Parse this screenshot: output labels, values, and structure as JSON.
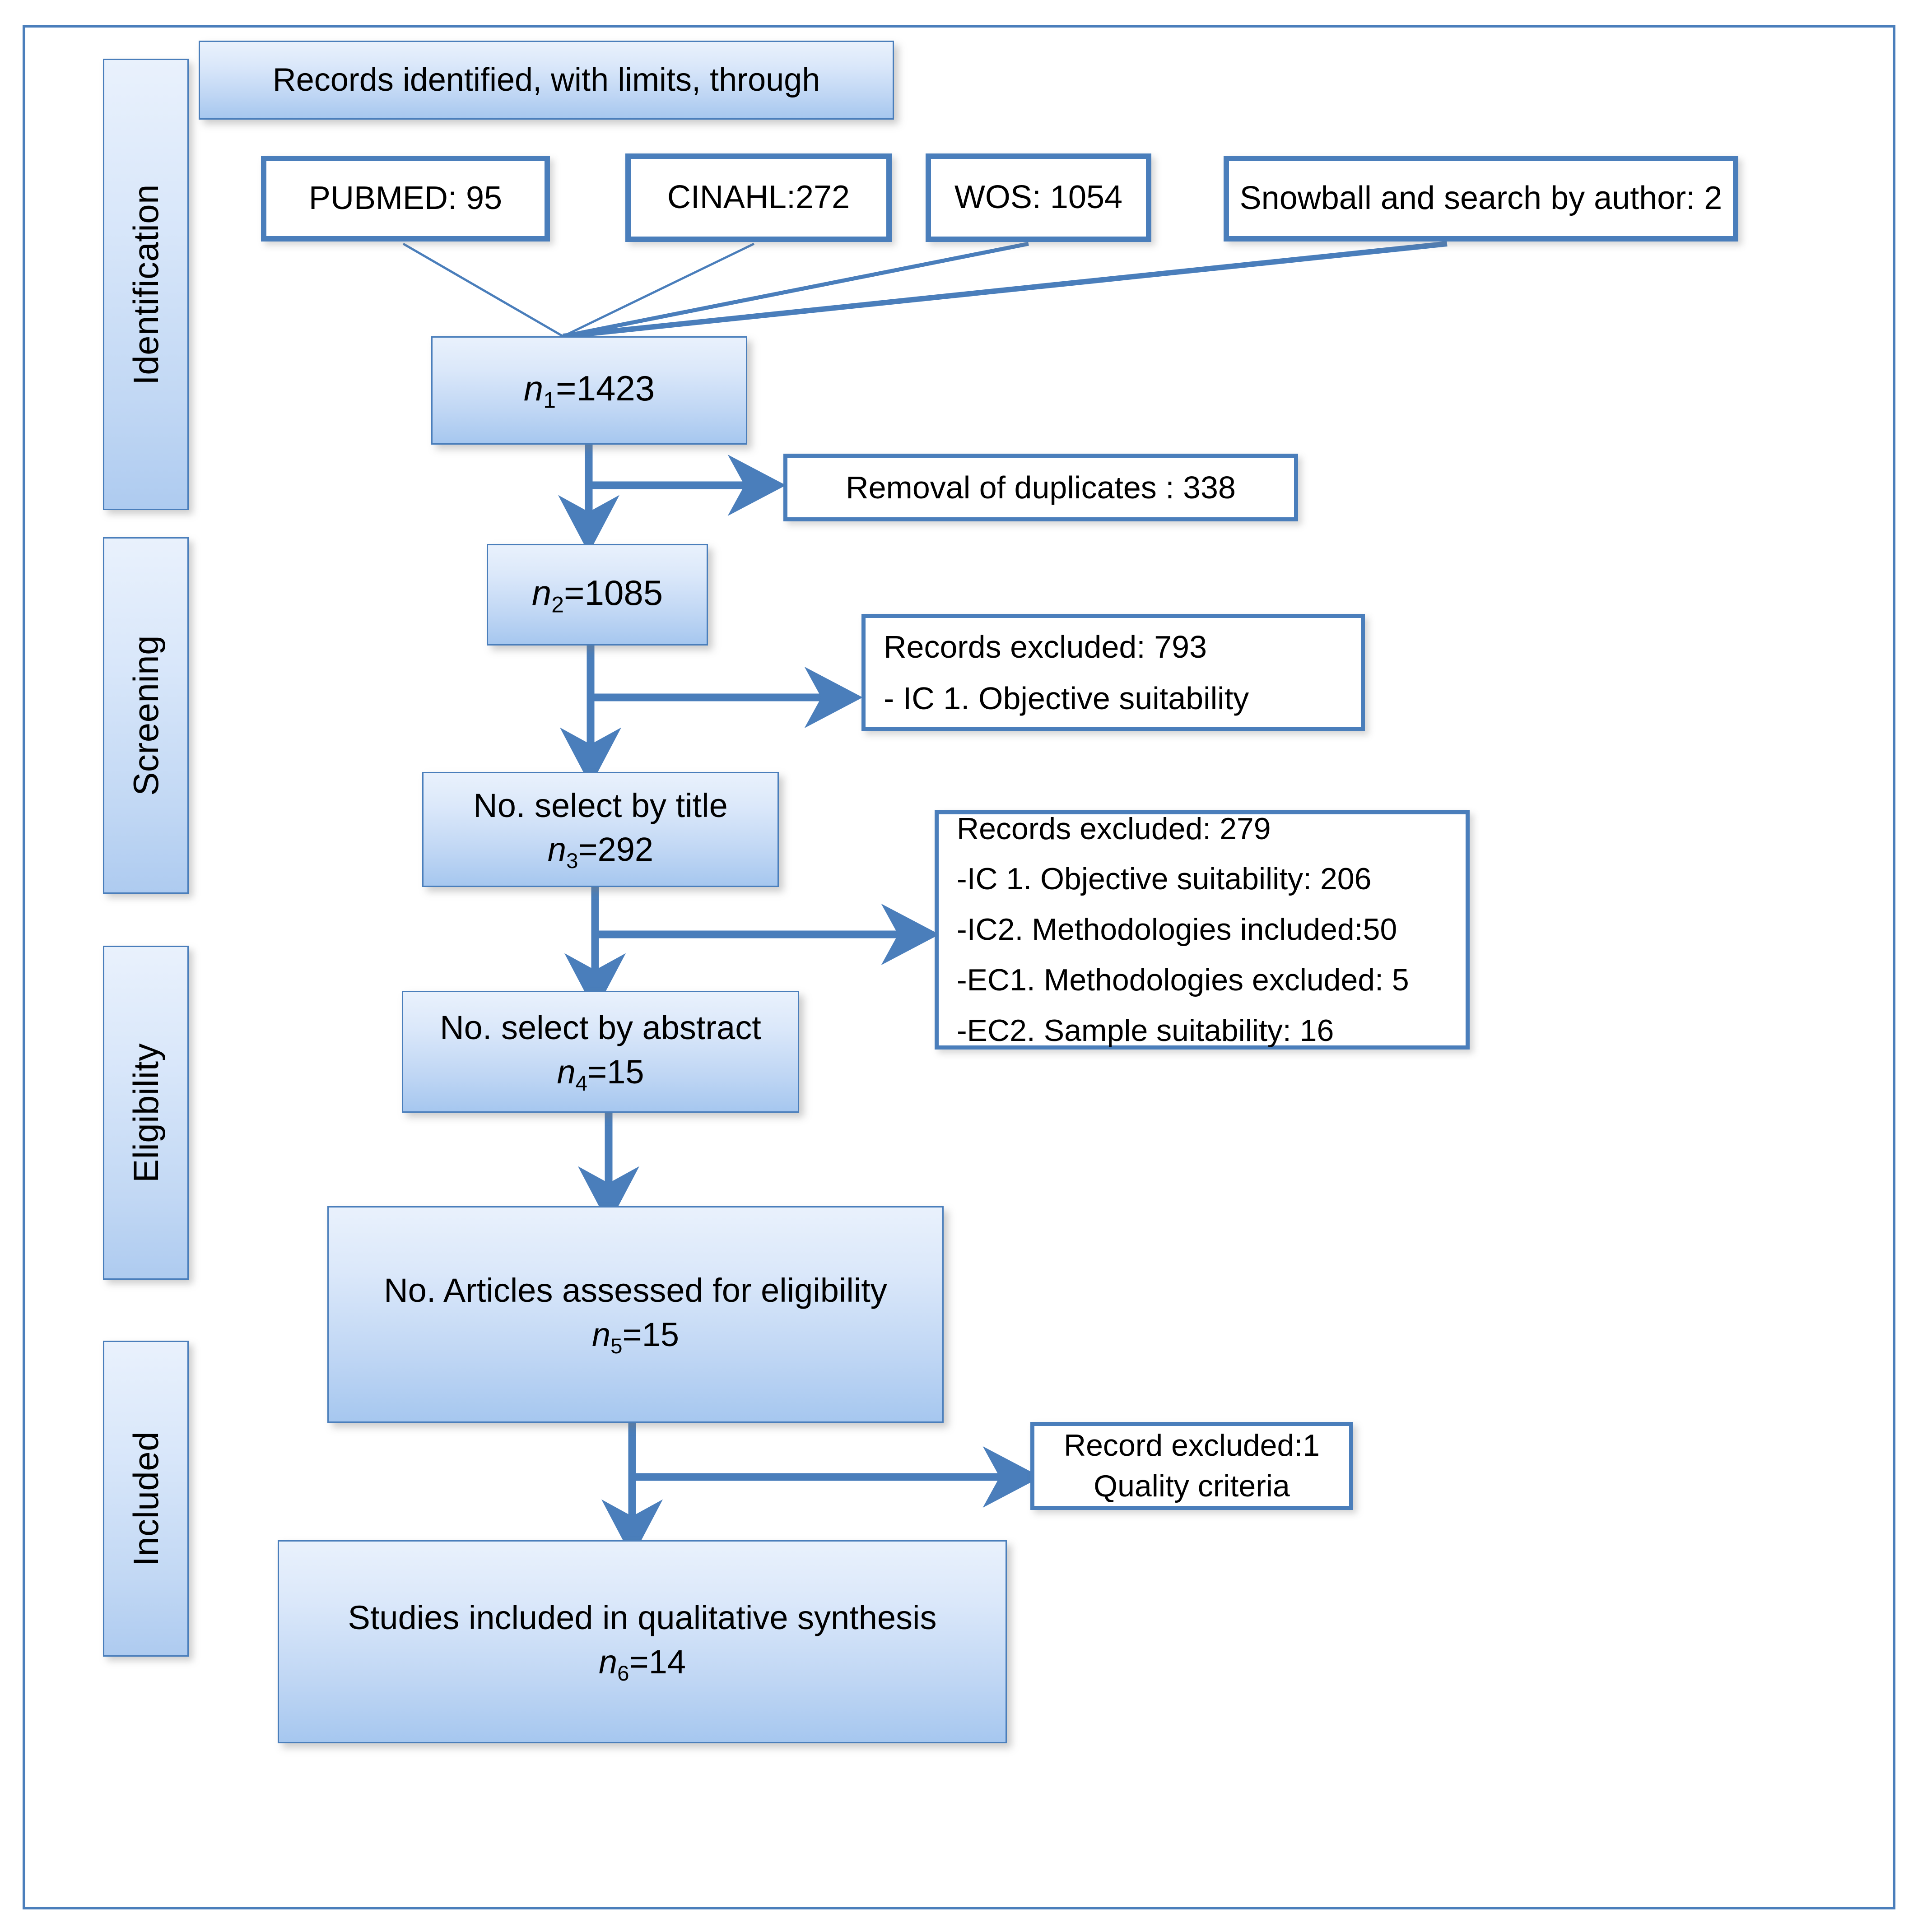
{
  "diagram": {
    "title": "PRISMA flow diagram",
    "accent_color": "#4a7ebb",
    "box_fill_gradient_top": "#e9f1fc",
    "box_fill_gradient_bottom": "#a6c7ef",
    "text_color": "#000000"
  },
  "stages": [
    {
      "label": "Identification"
    },
    {
      "label": "Screening"
    },
    {
      "label": "Eligibility"
    },
    {
      "label": "Included"
    }
  ],
  "nodes": {
    "header": {
      "label": "Records identified, with limits, through"
    },
    "sources": [
      {
        "label": "PUBMED: 95"
      },
      {
        "label": "CINAHL:272"
      },
      {
        "label": "WOS: 1054"
      },
      {
        "label": "Snowball and search by author: 2"
      }
    ],
    "n1": {
      "line1": "n",
      "sub": "1",
      "rest": "=1423"
    },
    "duplicates": {
      "label": "Removal of duplicates : 338"
    },
    "n2": {
      "line1": "n",
      "sub": "2",
      "rest": "=1085"
    },
    "excluded_title": {
      "lines": [
        "Records excluded: 793",
        "- IC 1. Objective suitability"
      ]
    },
    "n3": {
      "title": "No. select by title",
      "n": "n",
      "sub": "3",
      "rest": "=292"
    },
    "excluded_abstract": {
      "lines": [
        "Records excluded: 279",
        "-IC 1. Objective suitability: 206",
        "-IC2. Methodologies included:50",
        "-EC1.  Methodologies excluded: 5",
        "-EC2. Sample suitability: 16"
      ]
    },
    "n4": {
      "title": "No. select by abstract",
      "n": "n",
      "sub": "4",
      "rest": "=15"
    },
    "n5": {
      "title": "No. Articles  assessed for eligibility",
      "n": "n",
      "sub": "5",
      "rest": "=15"
    },
    "excluded_quality": {
      "lines": [
        "Record excluded:1",
        "Quality criteria"
      ]
    },
    "n6": {
      "title": "Studies included in qualitative synthesis",
      "n": "n",
      "sub": "6",
      "rest": "=14"
    }
  },
  "chart_data": {
    "type": "diagram",
    "title": "PRISMA flow diagram of study selection",
    "flow": [
      {
        "id": "identified",
        "label": "Records identified, with limits, through",
        "value": null
      },
      {
        "id": "pubmed",
        "label": "PUBMED",
        "value": 95
      },
      {
        "id": "cinahl",
        "label": "CINAHL",
        "value": 272
      },
      {
        "id": "wos",
        "label": "WOS",
        "value": 1054
      },
      {
        "id": "snowball",
        "label": "Snowball and search by author",
        "value": 2
      },
      {
        "id": "n1",
        "label": "n1",
        "value": 1423
      },
      {
        "id": "duplicates_removed",
        "label": "Removal of duplicates",
        "value": 338
      },
      {
        "id": "n2",
        "label": "n2",
        "value": 1085
      },
      {
        "id": "excluded_title",
        "label": "Records excluded",
        "value": 793
      },
      {
        "id": "n3",
        "label": "No. select by title (n3)",
        "value": 292
      },
      {
        "id": "excluded_abstract",
        "label": "Records excluded",
        "value": 279
      },
      {
        "id": "n4",
        "label": "No. select by abstract (n4)",
        "value": 15
      },
      {
        "id": "n5",
        "label": "No. Articles assessed for eligibility (n5)",
        "value": 15
      },
      {
        "id": "excluded_quality",
        "label": "Record excluded (Quality criteria)",
        "value": 1
      },
      {
        "id": "n6",
        "label": "Studies included in qualitative synthesis (n6)",
        "value": 14
      }
    ],
    "exclusion_breakdown_abstract": [
      {
        "reason": "IC 1. Objective suitability",
        "value": 206
      },
      {
        "reason": "IC2. Methodologies included",
        "value": 50
      },
      {
        "reason": "EC1. Methodologies excluded",
        "value": 5
      },
      {
        "reason": "EC2. Sample suitability",
        "value": 16
      }
    ],
    "stages": [
      "Identification",
      "Screening",
      "Eligibility",
      "Included"
    ]
  }
}
